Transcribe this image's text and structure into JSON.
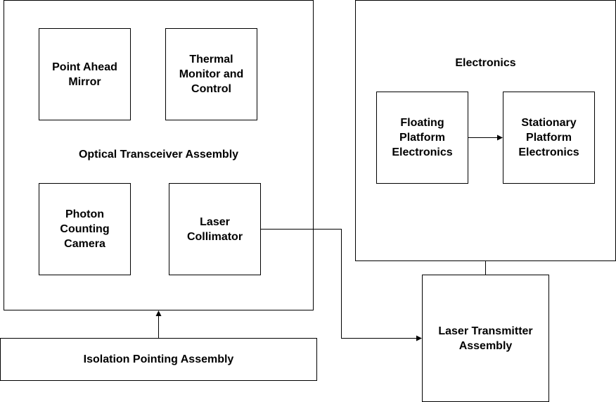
{
  "diagram": {
    "optical_transceiver": {
      "title": "Optical Transceiver Assembly",
      "point_ahead_mirror": "Point Ahead\nMirror",
      "thermal_monitor": "Thermal\nMonitor and\nControl",
      "photon_counting_camera": "Photon\nCounting\nCamera",
      "laser_collimator": "Laser\nCollimator"
    },
    "electronics": {
      "title": "Electronics",
      "floating_platform": "Floating\nPlatform\nElectronics",
      "stationary_platform": "Stationary\nPlatform\nElectronics"
    },
    "isolation_pointing_assembly": "Isolation Pointing Assembly",
    "laser_transmitter_assembly": "Laser Transmitter\nAssembly",
    "colors": {
      "line": "#000000",
      "fill": "#ffffff",
      "text": "#000000"
    }
  }
}
